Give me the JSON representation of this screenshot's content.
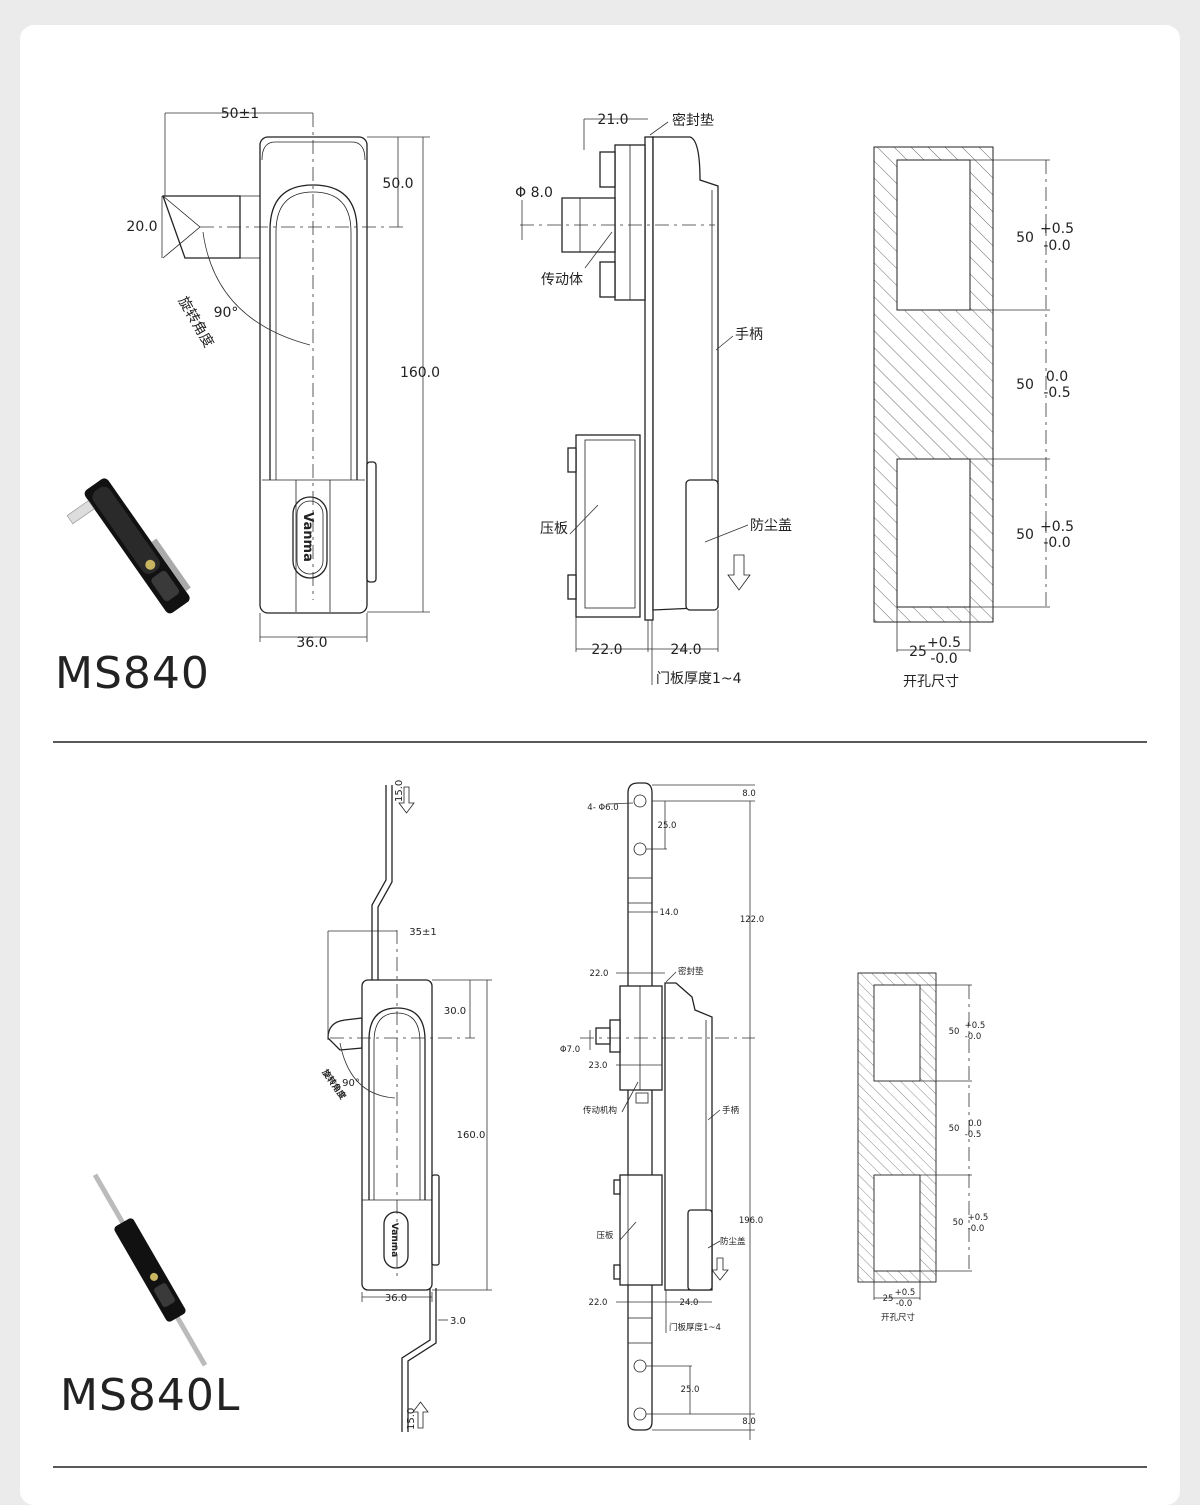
{
  "colors": {
    "background": "#ebebeb",
    "card": "#ffffff",
    "ink": "#222222"
  },
  "ms840": {
    "model": "MS840",
    "front": {
      "width_tol": "50±1",
      "top_offset": "50.0",
      "tongue_height": "20.0",
      "height": "160.0",
      "width": "36.0",
      "angle": "90°",
      "angle_label": "旋转角度",
      "logo": "Vanma"
    },
    "side": {
      "block_depth": "21.0",
      "gasket": "密封垫",
      "shaft_dia": "Φ 8.0",
      "drive": "传动体",
      "handle": "手柄",
      "plate": "压板",
      "dust_cover": "防尘盖",
      "plate_depth": "22.0",
      "handle_depth": "24.0",
      "door_thickness": "门板厚度1~4"
    },
    "cutout": {
      "rows": [
        {
          "value": "50",
          "upper": "+0.5",
          "lower": "-0.0"
        },
        {
          "value": "50",
          "upper": "0.0",
          "lower": "-0.5"
        },
        {
          "value": "50",
          "upper": "+0.5",
          "lower": "-0.0"
        }
      ],
      "width": {
        "value": "25",
        "upper": "+0.5",
        "lower": "-0.0"
      },
      "title": "开孔尺寸"
    }
  },
  "ms840l": {
    "model": "MS840L",
    "front": {
      "rod_top": "15.0",
      "width_tol": "35±1",
      "top_offset": "30.0",
      "height": "160.0",
      "width": "36.0",
      "rod_offset": "3.0",
      "rod_bottom": "15.0",
      "angle": "90°",
      "angle_label": "旋转角度",
      "logo": "Vanma"
    },
    "side": {
      "holes": "4- Φ6.0",
      "top_end": "8.0",
      "hole_pitch_top": "25.0",
      "strap_width": "14.0",
      "upper_len": "122.0",
      "block_depth": "22.0",
      "gasket": "密封垫",
      "shaft_dia": "Φ7.0",
      "block_depth2": "23.0",
      "drive": "传动机构",
      "handle": "手柄",
      "lower_len": "196.0",
      "plate": "压板",
      "dust_cover": "防尘盖",
      "plate_depth": "22.0",
      "handle_depth": "24.0",
      "door_thickness": "门板厚度1~4",
      "hole_pitch_bottom": "25.0",
      "bottom_end": "8.0"
    },
    "cutout": {
      "rows": [
        {
          "value": "50",
          "upper": "+0.5",
          "lower": "-0.0"
        },
        {
          "value": "50",
          "upper": "0.0",
          "lower": "-0.5"
        },
        {
          "value": "50",
          "upper": "+0.5",
          "lower": "-0.0"
        }
      ],
      "width": {
        "value": "25",
        "upper": "+0.5",
        "lower": "-0.0"
      },
      "title": "开孔尺寸"
    }
  }
}
